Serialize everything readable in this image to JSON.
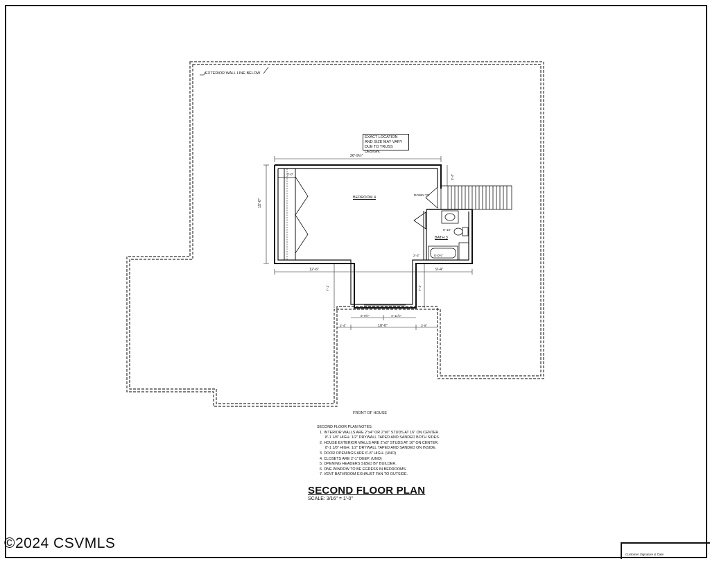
{
  "labels": {
    "exterior_wall_line": "EXTERIOR WALL LINE BELOW",
    "truss_note": [
      "EXACT LOCATION",
      "AND SIZE MAY VARY",
      "DUE TO TRUSS DESIGN."
    ],
    "bedroom": "BEDROOM 4",
    "bath": "BATH 3",
    "down_to": "DOWN TO",
    "front_of_house": "FRONT OF HOUSE"
  },
  "dimensions": {
    "top_width": "26'-9½\"",
    "left_height": "15'-0\"",
    "top_right": "3'-4\"",
    "bath_width": "6'-10\"",
    "tub": "5'-0½\"",
    "closet": "2'-0\"",
    "step_left": "2'-3\"",
    "bottom_left": "12'-6\"",
    "bottom_right": "9'-4\"",
    "wing_left_v": "7'-1\"",
    "wing_right_v": "7'-1\"",
    "wing_left_seg": "5'-0½\"",
    "wing_right_seg": "4'-11½\"",
    "bottom_center": "10'-0\"",
    "bottom_far_left": "2'-4\"",
    "bottom_far_right": "3'-8\""
  },
  "notes": {
    "heading": "SECOND FLOOR PLAN NOTES:",
    "lines": [
      "1. INTERIOR WALLS ARE 2\"x4\" OR 2\"x6\" STUDS AT 16\" ON CENTER.",
      "8'-1 1/8\" HIGH. 1/2\" DRYWALL TAPED AND SANDED BOTH SIDES.",
      "2. HOUSE EXTERIOR WALLS ARE 2\"x6\" STUDS AT 16\" ON CENTER.",
      "8'-1 1/8\" HIGH. 1/2\" DRYWALL TAPED AND SANDED ON INSIDE.",
      "3. DOOR OPENINGS ARE 6'-8\" HIGH. (UNO)",
      "4. CLOSETS ARE 2'-1\" DEEP. (UNO)",
      "5. OPENING HEADERS SIZED BY BUILDER.",
      "6. ONE WINDOW TO BE EGRESS IN BEDROOMS.",
      "7. VENT BATHROOM EXHAUST FAN TO OUTSIDE."
    ]
  },
  "title": "SECOND FLOOR PLAN",
  "scale": "SCALE: 3/16\" = 1'-0\"",
  "watermark": "©2024 CSVMLS",
  "signature_label": "Customer Signature & Date"
}
